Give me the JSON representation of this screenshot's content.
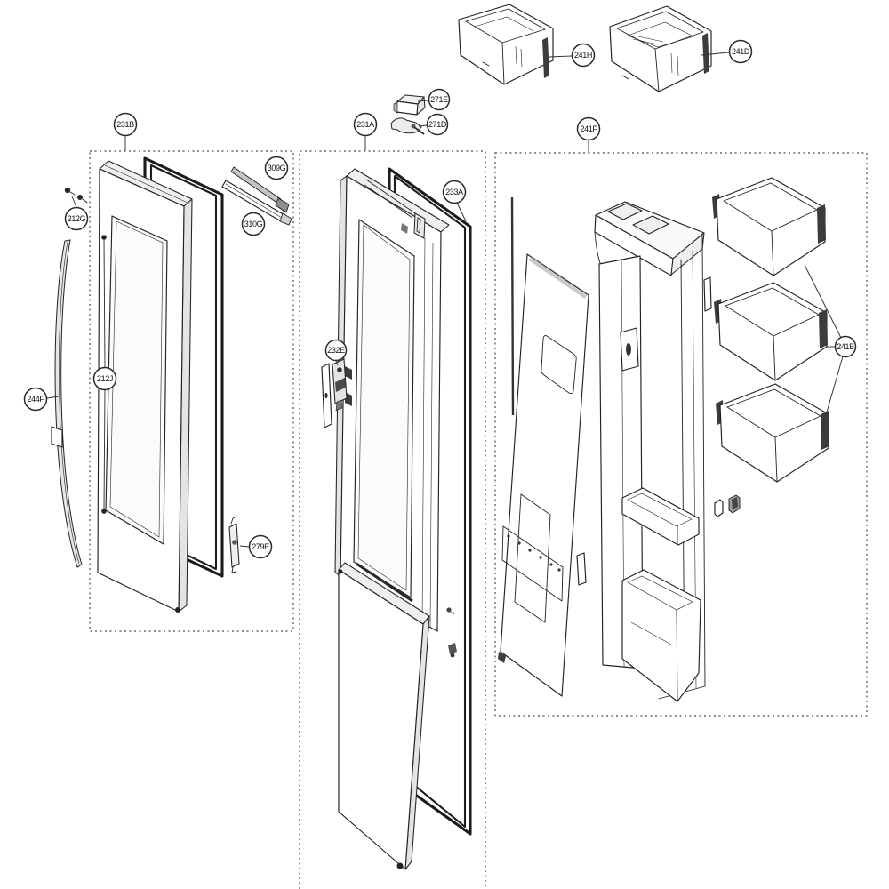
{
  "figure": {
    "type": "exploded-parts-diagram",
    "subject": "refrigerator-door-assembly",
    "colors": {
      "background": "#ffffff",
      "line": "#222222",
      "gasket": "#1c1c1c"
    },
    "callouts": {
      "c241H": {
        "label": "241H"
      },
      "c241D": {
        "label": "241D"
      },
      "c231B": {
        "label": "231B"
      },
      "c309G": {
        "label": "309G"
      },
      "c310G": {
        "label": "310G"
      },
      "c212G": {
        "label": "212G"
      },
      "c244F": {
        "label": "244F"
      },
      "c212J": {
        "label": "212J"
      },
      "c279E": {
        "label": "279E"
      },
      "c231A": {
        "label": "231A"
      },
      "c271E": {
        "label": "271E"
      },
      "c271D": {
        "label": "271D"
      },
      "c233A": {
        "label": "233A"
      },
      "c232E": {
        "label": "232E"
      },
      "c241F": {
        "label": "241F"
      },
      "c241B": {
        "label": "241B"
      }
    }
  }
}
